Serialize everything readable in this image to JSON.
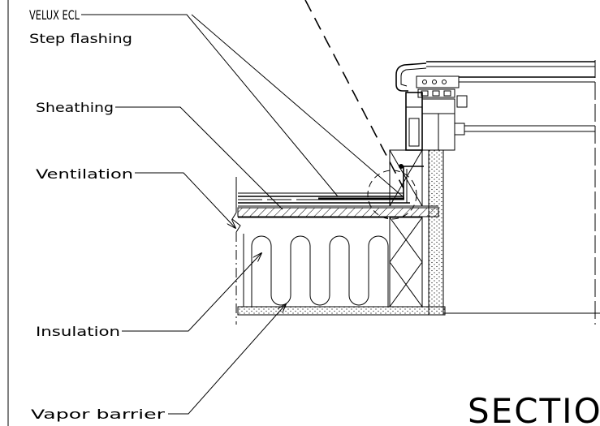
{
  "labels": {
    "velux_ecl": "VELUX ECL",
    "step_flashing": "Step flashing",
    "sheathing": "Sheathing",
    "ventilation": "Ventilation",
    "insulation": "Insulation",
    "vapor_barrier": "Vapor barrier",
    "section": "SECTION"
  }
}
